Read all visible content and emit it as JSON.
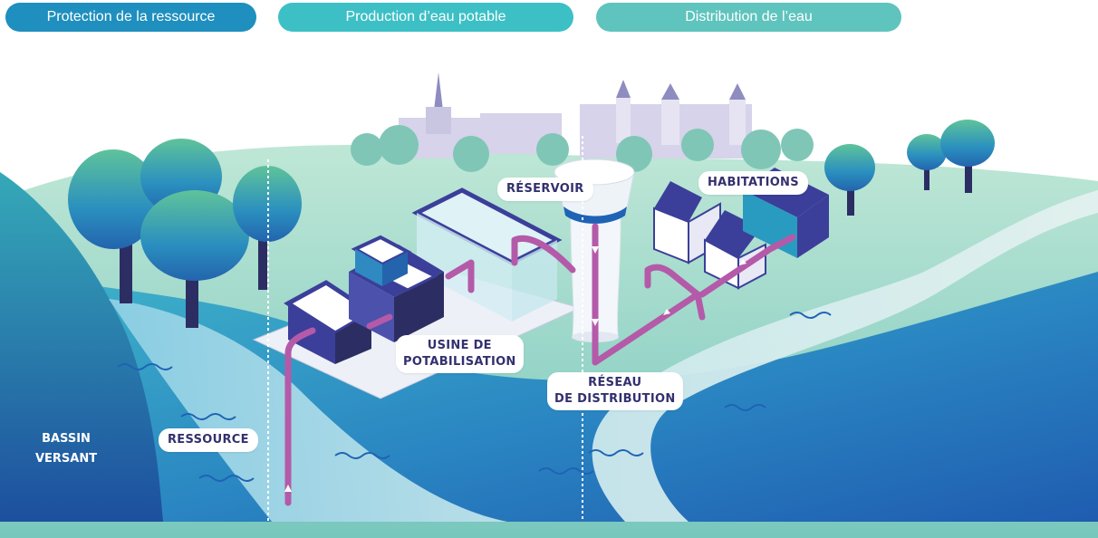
{
  "tabs": [
    {
      "label": "Protection de la ressource",
      "color": "#1e8fbe"
    },
    {
      "label": "Production d’eau potable",
      "color": "#3cc0c6"
    },
    {
      "label": "Distribution de l’eau",
      "color": "#5ec4bd"
    }
  ],
  "labels": {
    "reservoir": "RÉSERVOIR",
    "habitations": "HABITATIONS",
    "usine_line1": "USINE DE",
    "usine_line2": "POTABILISATION",
    "reseau_line1": "RÉSEAU",
    "reseau_line2": "DE DISTRIBUTION",
    "ressource": "RESSOURCE",
    "bassin_line1": "BASSIN",
    "bassin_line2": "VERSANT"
  },
  "colors": {
    "pipe": "#b45aa8",
    "label_text": "#33306e",
    "water_dark": "#2161b2",
    "water_light": "#9fd3e6",
    "grass": "#8fd1c6",
    "tree": "#2a7fb6",
    "trunk": "#2c2e63",
    "building": "#3b3f9a"
  }
}
